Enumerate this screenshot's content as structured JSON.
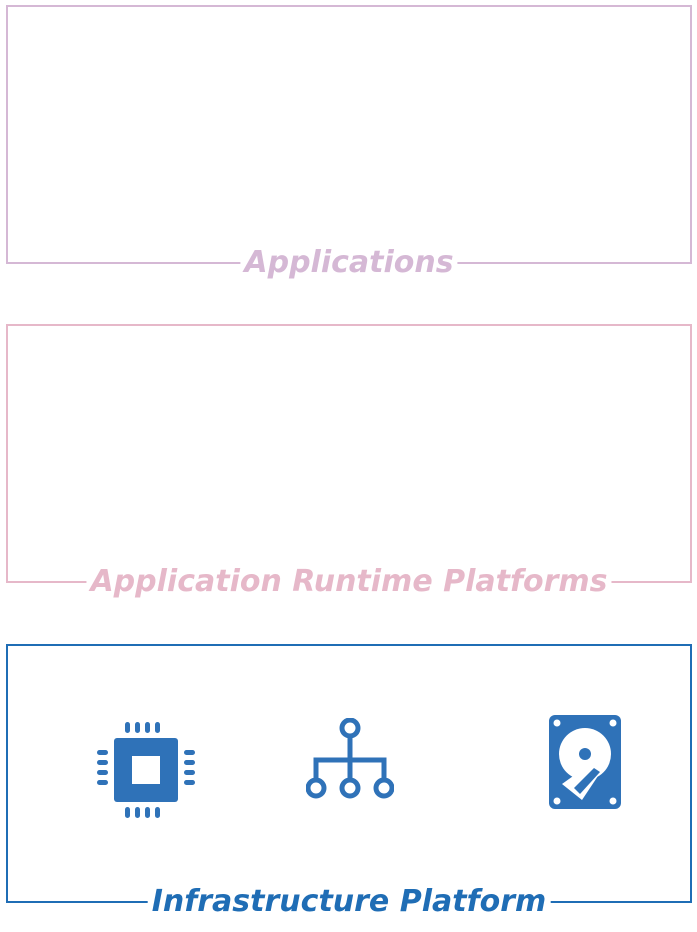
{
  "colors": {
    "applications": "#d5b8d5",
    "runtime": "#e6b8c9",
    "infrastructure": "#1f6db5",
    "icon_fill": "#2f72b8"
  },
  "layers": {
    "applications": {
      "label": "Applications"
    },
    "runtime": {
      "label": "Application Runtime Platforms"
    },
    "infrastructure": {
      "label": "Infrastructure Platform",
      "icons": [
        "cpu-icon",
        "network-icon",
        "disk-icon"
      ]
    }
  }
}
